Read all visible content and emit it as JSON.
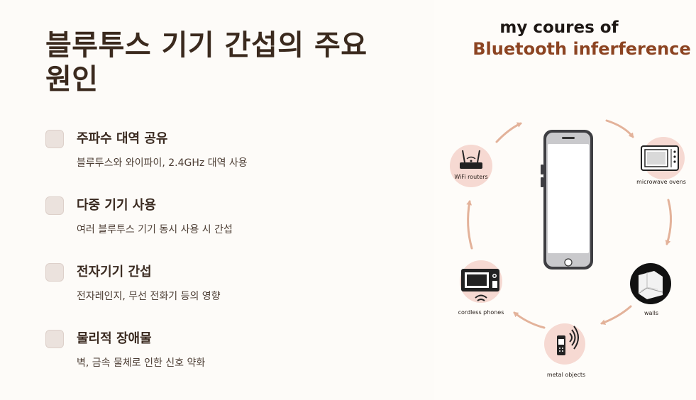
{
  "slide": {
    "title": "블루투스 기기 간섭의 주요 원인"
  },
  "causes": [
    {
      "title": "주파수 대역 공유",
      "desc": "블루투스와 와이파이, 2.4GHz 대역 사용",
      "checked": false
    },
    {
      "title": "다중 기기 사용",
      "desc": "여러 블루투스 기기 동시 사용 시 간섭",
      "checked": false
    },
    {
      "title": "전자기기 간섭",
      "desc": "전자레인지, 무선 전화기 등의 영향",
      "checked": false
    },
    {
      "title": "물리적 장애물",
      "desc": "벽, 금속 물체로 인한 신호 약화",
      "checked": false
    }
  ],
  "figure": {
    "title_line1": "my coures of",
    "title_line2": "Bluetooth inferference",
    "nodes": {
      "wifi": {
        "label": "WiFi routers",
        "icon": "wifi-router-icon"
      },
      "microwave": {
        "label": "microwave ovens",
        "icon": "microwave-icon"
      },
      "walls": {
        "label": "walls",
        "icon": "wall-icon"
      },
      "metal": {
        "label": "metal objects",
        "icon": "metal-object-icon"
      },
      "phones": {
        "label": "cordless phones",
        "icon": "cordless-phone-icon"
      }
    },
    "colors": {
      "accent_bubble": "#f6d9d2",
      "arrow": "#e3b29a",
      "title_brown": "#8c4422",
      "heading": "#3b2a1e"
    }
  }
}
